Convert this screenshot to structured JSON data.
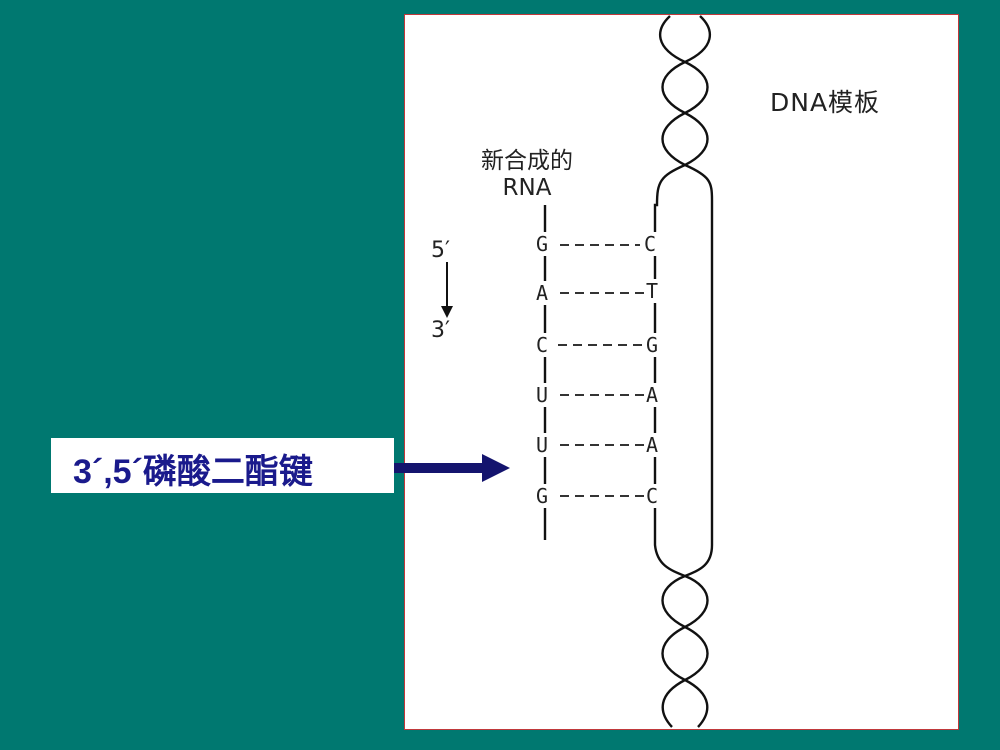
{
  "slide": {
    "background_color": "#007870",
    "panel_border_color": "#c0393b"
  },
  "diagram": {
    "dna_template_label": "DNA模板",
    "new_rna_label_line1": "新合成的",
    "new_rna_label_line2": "RNA",
    "direction_start": "5′",
    "direction_end": "3′",
    "rna_bases": [
      "G",
      "A",
      "C",
      "U",
      "U",
      "G"
    ],
    "dna_bases": [
      "C",
      "T",
      "G",
      "A",
      "A",
      "C"
    ]
  },
  "callout": {
    "label": "3´,5´磷酸二酯键",
    "text_color": "#1a1a8c",
    "arrow_color": "#14146e"
  }
}
